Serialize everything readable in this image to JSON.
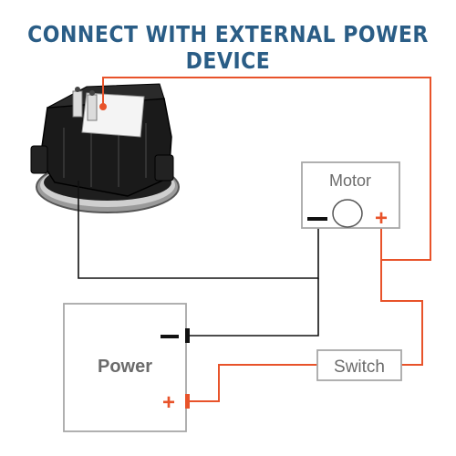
{
  "header": {
    "title": "CONNECT WITH EXTERNAL POWER DEVICE"
  },
  "motor": {
    "label": "Motor",
    "minus": "−",
    "plus": "+"
  },
  "power": {
    "label": "Power",
    "minus": "−",
    "plus": "+"
  },
  "switch": {
    "label": "Switch"
  },
  "colors": {
    "title": "#2a5d86",
    "positive_wire": "#e8532a",
    "negative_wire": "#111111",
    "box_border": "#a8a8a8",
    "label_text": "#6b6b6b"
  }
}
